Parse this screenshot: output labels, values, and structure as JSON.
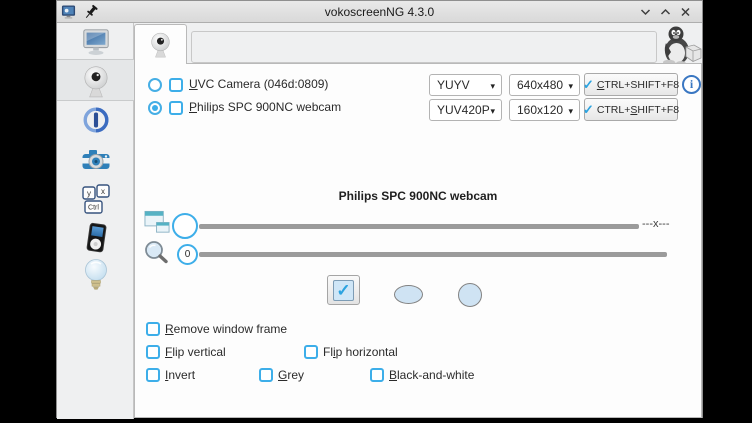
{
  "titlebar": {
    "title": "vokoscreenNG 4.3.0"
  },
  "icons": {
    "dropdown_arrow": "▾",
    "check": "✓",
    "info_glyph": "i"
  },
  "sidebar": {
    "items": [
      "screen-icon",
      "webcam-icon",
      "timer-icon",
      "screenshot-camera-icon",
      "shortcut-keys-icon",
      "player-icon",
      "help-lightbulb-icon"
    ],
    "selected_index": 1,
    "shortcut_keys": [
      "y",
      "x",
      "Ctrl"
    ]
  },
  "devices": {
    "rows": [
      {
        "label": {
          "pre": "",
          "m": "U",
          "post": "VC Camera (046d:0809)"
        },
        "format": "YUYV",
        "resolution": "640x480",
        "shortcut": {
          "pre": "",
          "m": "C",
          "post": "TRL+SHIFT+F8"
        },
        "radio_selected": false,
        "checked": false
      },
      {
        "label": {
          "pre": "",
          "m": "P",
          "post": "hilips SPC 900NC webcam"
        },
        "format": "YUV420P",
        "resolution": "160x120",
        "shortcut": {
          "pre": "CTRL+",
          "m": "S",
          "post": "HIFT+F8"
        },
        "radio_selected": true,
        "checked": false
      }
    ]
  },
  "webcam_panel": {
    "title": "Philips SPC 900NC webcam",
    "size_slider": {
      "right_label": "---x---"
    },
    "zoom_slider": {
      "value": "0"
    }
  },
  "options": {
    "remove_window_frame": {
      "pre": "",
      "m": "R",
      "post": "emove window frame",
      "checked": false
    },
    "flip_vertical": {
      "pre": "",
      "m": "F",
      "post": "lip vertical",
      "checked": false
    },
    "flip_horizontal": {
      "pre": "Fl",
      "m": "i",
      "post": "p horizontal",
      "checked": false
    },
    "invert": {
      "pre": "",
      "m": "I",
      "post": "nvert",
      "checked": false
    },
    "grey": {
      "pre": "",
      "m": "G",
      "post": "rey",
      "checked": false
    },
    "black_and_white": {
      "pre": "",
      "m": "B",
      "post": "lack-and-white",
      "checked": false
    }
  },
  "colors": {
    "accent": "#3daee9",
    "check_blue": "#2ba3e0",
    "track_grey": "#9b9b9b",
    "window_bg": "#eff0f1",
    "pane_bg": "#fdfdfd",
    "teal_icon": "#55b2c4"
  }
}
